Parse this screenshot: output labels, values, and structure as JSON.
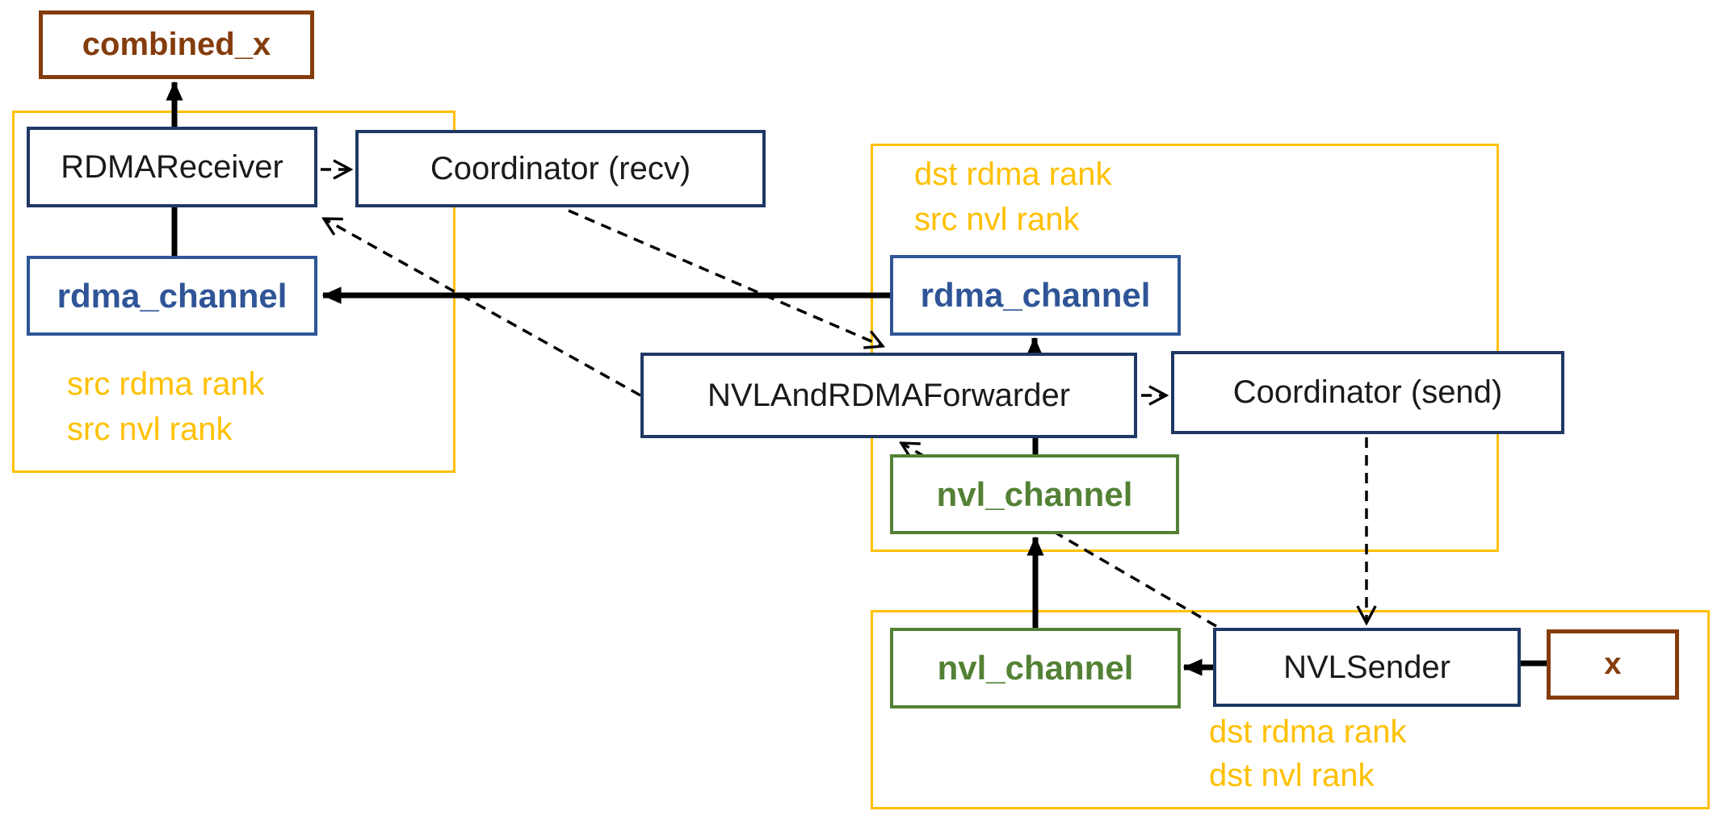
{
  "nodes": {
    "combined_x": {
      "label": "combined_x"
    },
    "rdma_receiver": {
      "label": "RDMAReceiver"
    },
    "coordinator_recv": {
      "label": "Coordinator (recv)"
    },
    "rdma_channel_left": {
      "label": "rdma_channel"
    },
    "rdma_channel_right": {
      "label": "rdma_channel"
    },
    "forwarder": {
      "label": "NVLAndRDMAForwarder"
    },
    "coordinator_send": {
      "label": "Coordinator (send)"
    },
    "nvl_channel_upper": {
      "label": "nvl_channel"
    },
    "nvl_channel_lower": {
      "label": "nvl_channel"
    },
    "nvl_sender": {
      "label": "NVLSender"
    },
    "x_input": {
      "label": "x"
    }
  },
  "groups": {
    "receiver_rank": {
      "line1": "src rdma rank",
      "line2": "src nvl rank"
    },
    "forwarder_rank": {
      "line1": "dst rdma rank",
      "line2": "src nvl rank"
    },
    "sender_rank": {
      "line1": "dst rdma rank",
      "line2": "dst nvl rank"
    }
  },
  "colors": {
    "group_border": "#FFC000",
    "module_border": "#1F3864",
    "rdma_channel": "#2F5597",
    "nvl_channel": "#538135",
    "tensor": "#843C0C",
    "rank_text": "#FFC000",
    "arrow": "#000000"
  }
}
